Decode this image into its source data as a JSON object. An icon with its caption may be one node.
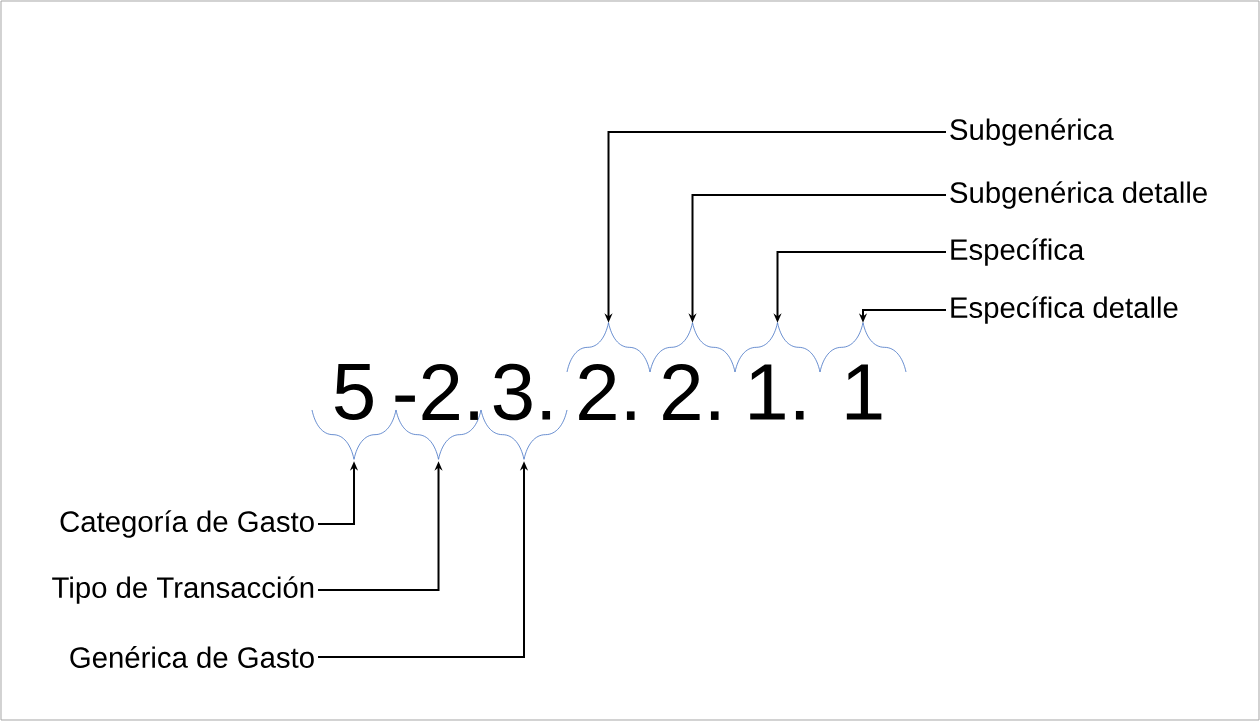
{
  "diagram": {
    "nodes": [
      {
        "text": [
          "Subgenérica"
        ]
      },
      {
        "text": [
          "Subgenérica detalle"
        ]
      },
      {
        "text": [
          "Específica"
        ]
      },
      {
        "text": [
          "Específica detalle"
        ]
      },
      {
        "text": [
          "5"
        ]
      },
      {
        "text": [
          "-2."
        ]
      },
      {
        "text": [
          "3."
        ]
      },
      {
        "text": [
          "2."
        ]
      },
      {
        "text": [
          "2."
        ]
      },
      {
        "text": [
          "1."
        ]
      },
      {
        "text": [
          "1"
        ]
      },
      {
        "text": [
          "Categoría de Gasto"
        ]
      },
      {
        "text": [
          "Tipo de Transacción"
        ]
      },
      {
        "text": [
          "Genérica de Gasto"
        ]
      }
    ],
    "edges": [
      {
        "from": 0,
        "to": 7,
        "arrow": "to"
      },
      {
        "from": 1,
        "to": 8,
        "arrow": "to"
      },
      {
        "from": 2,
        "to": 9,
        "arrow": "to"
      },
      {
        "from": 3,
        "to": 10,
        "arrow": "to"
      },
      {
        "from": 11,
        "to": 4,
        "arrow": "to"
      },
      {
        "from": 12,
        "to": 5,
        "arrow": "to"
      },
      {
        "from": 13,
        "to": 6,
        "arrow": "to"
      }
    ]
  }
}
